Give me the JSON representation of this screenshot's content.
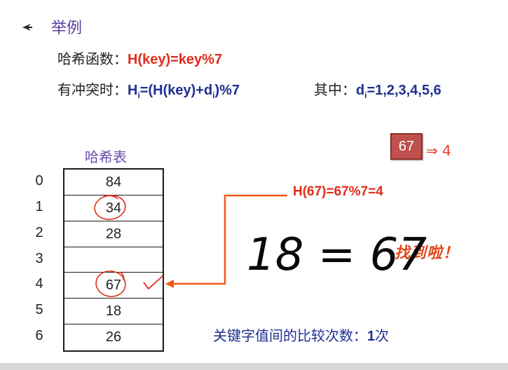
{
  "heading": "举例",
  "hash_function": {
    "label": "哈希函数：",
    "formula": "H(key)=key%7"
  },
  "collision": {
    "label": "有冲突时：",
    "formula_prefix": "H",
    "formula_sub_i": "i",
    "formula_mid": "=(H(key)+d",
    "formula_sub_i2": "i",
    "formula_suffix": ")%7",
    "where_label": "其中：",
    "where_d": "d",
    "where_sub_i": "i",
    "where_values": "=1,2,3,4,5,6"
  },
  "table": {
    "caption": "哈希表",
    "indices": [
      "0",
      "1",
      "2",
      "3",
      "4",
      "5",
      "6"
    ],
    "cells": [
      "84",
      "34",
      "28",
      "",
      "67",
      "18",
      "26"
    ]
  },
  "search_key": "67",
  "key_arrow_note": "⇒ 4",
  "hash_calc": "H(67)=67%7=4",
  "handwritten_compare": "18 = 67",
  "found_text": "找到啦！",
  "compare_count": {
    "label": "关键字值间的比较次数：",
    "value": "1",
    "unit": "次"
  },
  "colors": {
    "accent_red": "#e02c1b",
    "accent_blue": "#1f2f8f",
    "heading_purple": "#5a3f9e",
    "annotation_orange": "#f05a14"
  }
}
